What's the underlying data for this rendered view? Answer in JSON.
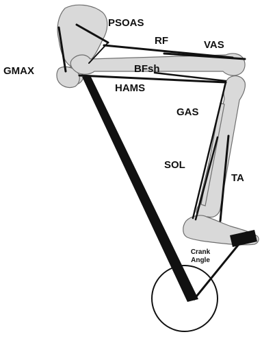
{
  "labels": {
    "psoas": "PSOAS",
    "rf": "RF",
    "vas": "VAS",
    "gmax": "GMAX",
    "bfsh": "BFsh",
    "hams": "HAMS",
    "gas": "GAS",
    "sol": "SOL",
    "ta": "TA",
    "crank_angle_line1": "Crank",
    "crank_angle_line2": "Angle"
  },
  "colors": {
    "bone_fill": "#d9d9d9",
    "bone_stroke": "#6e6e6e",
    "muscle": "#111111",
    "background": "#ffffff"
  }
}
